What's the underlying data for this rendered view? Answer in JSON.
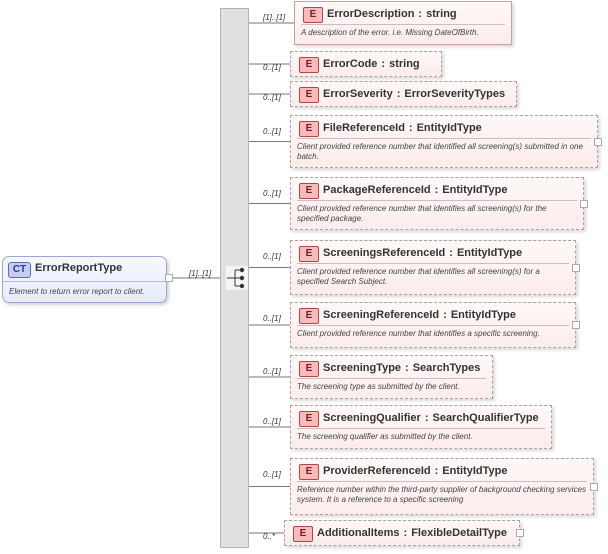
{
  "complex_type": {
    "badge": "CT",
    "name": "ErrorReportType",
    "documentation": "Element to return error report to client.",
    "multiplicity": "[1]..[1]"
  },
  "elements": [
    {
      "badge": "E",
      "name": "ErrorDescription",
      "type": "string",
      "multiplicity": "[1]..[1]",
      "documentation": "A description of the error.  i.e. Missing DateOfBirth.",
      "required": true,
      "expandable": false
    },
    {
      "badge": "E",
      "name": "ErrorCode",
      "type": "string",
      "multiplicity": "0..[1]",
      "documentation": "",
      "required": false,
      "expandable": false
    },
    {
      "badge": "E",
      "name": "ErrorSeverity",
      "type": "ErrorSeverityTypes",
      "multiplicity": "0..[1]",
      "documentation": "",
      "required": false,
      "expandable": false
    },
    {
      "badge": "E",
      "name": "FileReferenceId",
      "type": "EntityIdType",
      "multiplicity": "0..[1]",
      "documentation": "Client provided reference number that identified all screening(s) submitted in one batch.",
      "required": false,
      "expandable": true
    },
    {
      "badge": "E",
      "name": "PackageReferenceId",
      "type": "EntityIdType",
      "multiplicity": "0..[1]",
      "documentation": "Client provided reference number that identifies all screening(s) for the specified package.",
      "required": false,
      "expandable": true
    },
    {
      "badge": "E",
      "name": "ScreeningsReferenceId",
      "type": "EntityIdType",
      "multiplicity": "0..[1]",
      "documentation": "Client provided reference number that identifies all screening(s) for a specified Search Subject.",
      "required": false,
      "expandable": true
    },
    {
      "badge": "E",
      "name": "ScreeningReferenceId",
      "type": "EntityIdType",
      "multiplicity": "0..[1]",
      "documentation": "Client provided reference number that identifies a specific screening.",
      "required": false,
      "expandable": true
    },
    {
      "badge": "E",
      "name": "ScreeningType",
      "type": "SearchTypes",
      "multiplicity": "0..[1]",
      "documentation": "The screening type as submitted by the client.",
      "required": false,
      "expandable": false
    },
    {
      "badge": "E",
      "name": "ScreeningQualifier",
      "type": "SearchQualifierType",
      "multiplicity": "0..[1]",
      "documentation": "The screening qualifier as submitted by the client.",
      "required": false,
      "expandable": false
    },
    {
      "badge": "E",
      "name": "ProviderReferenceId",
      "type": "EntityIdType",
      "multiplicity": "0..[1]",
      "documentation": "Reference number within the third-party supplier of background checking services system.  It is a reference to a specific screening",
      "required": false,
      "expandable": true
    },
    {
      "badge": "E",
      "name": "AdditionalItems",
      "type": "FlexibleDetailType",
      "multiplicity": "0..*",
      "documentation": "",
      "required": false,
      "expandable": true
    }
  ]
}
